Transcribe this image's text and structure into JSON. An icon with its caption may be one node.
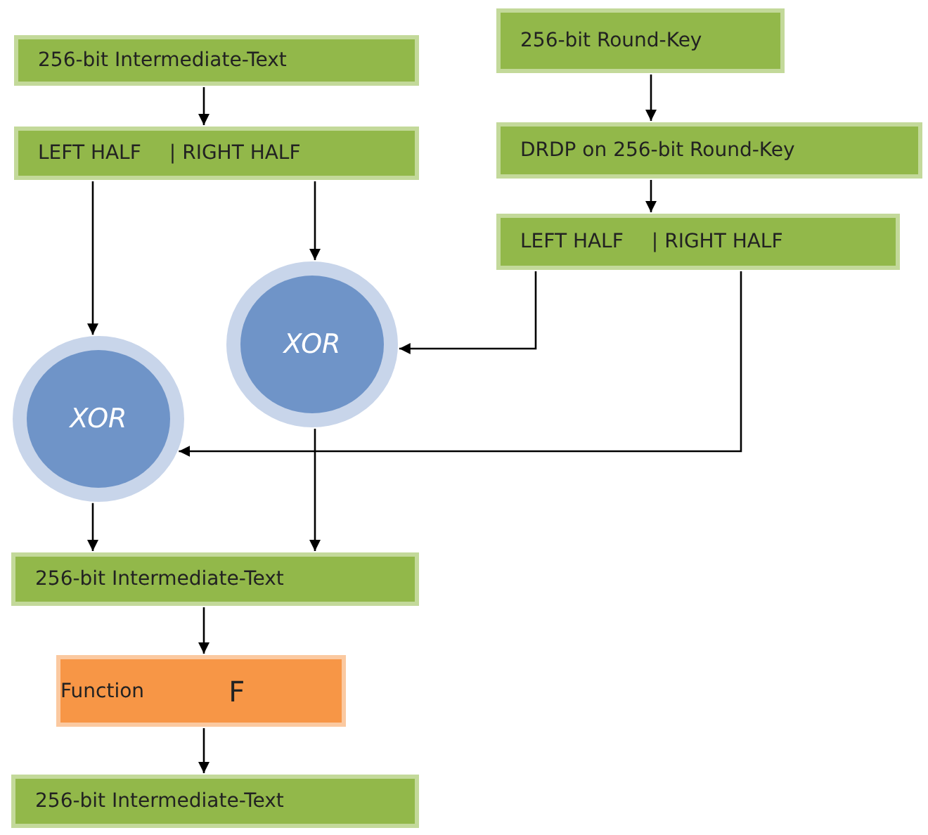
{
  "diagram": {
    "nodes": [
      {
        "text": [
          "256-bit Intermediate-Text"
        ]
      },
      {
        "text": [
          "LEFT HALF",
          "| RIGHT HALF"
        ]
      },
      {
        "text": [
          "256-bit Round-Key"
        ]
      },
      {
        "text": [
          "DRDP on 256-bit Round-Key"
        ]
      },
      {
        "text": [
          "LEFT HALF",
          "| RIGHT HALF"
        ]
      },
      {
        "text": [
          "XOR"
        ]
      },
      {
        "text": [
          "XOR"
        ]
      },
      {
        "text": [
          "256-bit Intermediate-Text"
        ]
      },
      {
        "text": [
          "Function",
          "F"
        ]
      },
      {
        "text": [
          "256-bit Intermediate-Text"
        ]
      }
    ],
    "edges": [
      {
        "from": 0,
        "to": 1,
        "arrow": "to"
      },
      {
        "from": 2,
        "to": 3,
        "arrow": "to"
      },
      {
        "from": 3,
        "to": 4,
        "arrow": "to"
      },
      {
        "from": 1,
        "to": 6,
        "arrow": "to"
      },
      {
        "from": 1,
        "to": 5,
        "arrow": "to"
      },
      {
        "from": 4,
        "to": 5,
        "arrow": "to"
      },
      {
        "from": 4,
        "to": 6,
        "arrow": "to"
      },
      {
        "from": 6,
        "to": 7,
        "arrow": "to"
      },
      {
        "from": 5,
        "to": 7,
        "arrow": "to"
      },
      {
        "from": 7,
        "to": 8,
        "arrow": "to"
      },
      {
        "from": 8,
        "to": 9,
        "arrow": "to"
      }
    ]
  }
}
